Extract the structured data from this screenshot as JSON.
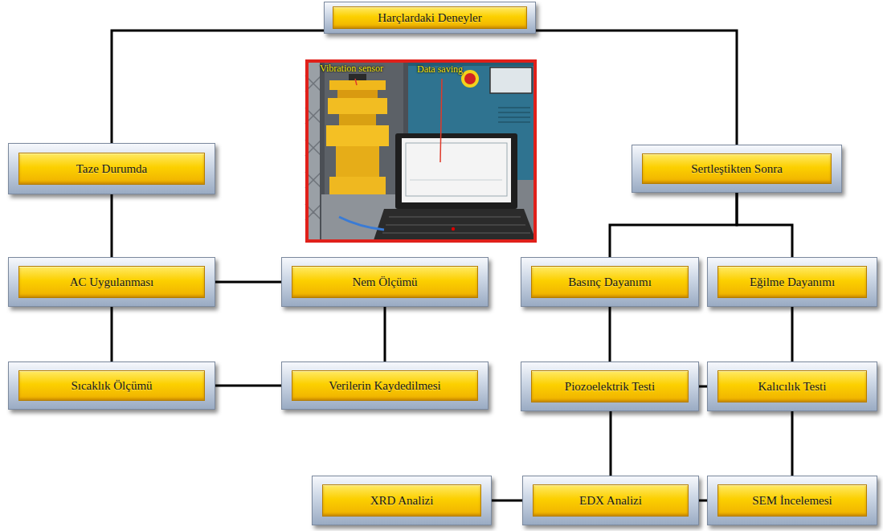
{
  "diagram": {
    "nodes": [
      {
        "text": [
          "Harçlardaki Deneyler"
        ]
      },
      {
        "text": [
          "Taze Durumda"
        ]
      },
      {
        "text": [
          "Sertleştikten Sonra"
        ]
      },
      {
        "text": [
          "AC Uygulanması"
        ]
      },
      {
        "text": [
          "Nem Ölçümü"
        ]
      },
      {
        "text": [
          "Basınç Dayanımı"
        ]
      },
      {
        "text": [
          "Eğilme Dayanımı"
        ]
      },
      {
        "text": [
          "Sıcaklık Ölçümü"
        ]
      },
      {
        "text": [
          "Verilerin Kaydedilmesi"
        ]
      },
      {
        "text": [
          "Piozoelektrik Testi"
        ]
      },
      {
        "text": [
          "Kalıcılık Testi"
        ]
      },
      {
        "text": [
          "XRD Analizi"
        ]
      },
      {
        "text": [
          "EDX Analizi"
        ]
      },
      {
        "text": [
          "SEM İncelemesi"
        ]
      }
    ],
    "edges": [
      {
        "from": 0,
        "to": 1,
        "arrow": "none"
      },
      {
        "from": 0,
        "to": 2,
        "arrow": "none"
      },
      {
        "from": 1,
        "to": 3,
        "arrow": "none"
      },
      {
        "from": 3,
        "to": 4,
        "arrow": "none"
      },
      {
        "from": 3,
        "to": 7,
        "arrow": "none"
      },
      {
        "from": 4,
        "to": 8,
        "arrow": "none"
      },
      {
        "from": 7,
        "to": 8,
        "arrow": "none"
      },
      {
        "from": 2,
        "to": 5,
        "arrow": "none"
      },
      {
        "from": 2,
        "to": 6,
        "arrow": "none"
      },
      {
        "from": 5,
        "to": 9,
        "arrow": "none"
      },
      {
        "from": 6,
        "to": 10,
        "arrow": "none"
      },
      {
        "from": 9,
        "to": 10,
        "arrow": "none"
      },
      {
        "from": 9,
        "to": 12,
        "arrow": "none"
      },
      {
        "from": 10,
        "to": 13,
        "arrow": "none"
      },
      {
        "from": 11,
        "to": 12,
        "arrow": "none"
      },
      {
        "from": 12,
        "to": 13,
        "arrow": "none"
      }
    ],
    "labels": [
      "Vibration sensor",
      "Data saving"
    ]
  }
}
